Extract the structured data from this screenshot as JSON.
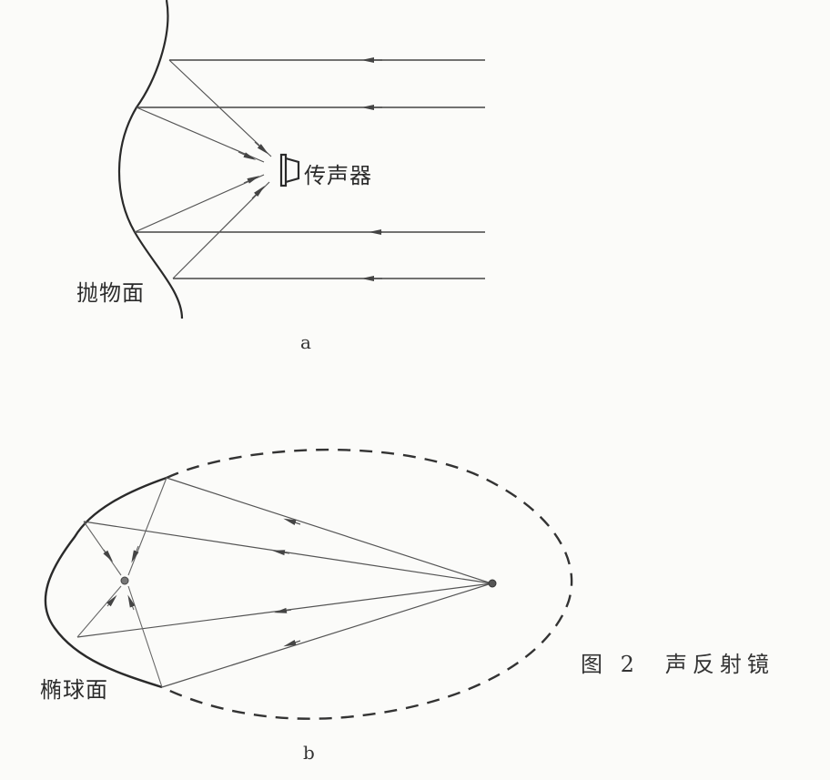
{
  "figure": {
    "number_label": "图 2",
    "title": "声反射镜",
    "panel_a": {
      "subcaption": "a",
      "surface_label": "抛物面",
      "receiver_label": "传声器",
      "description": "Parallel sound rays reflect off a parabolic surface and converge on the microphone at the focus"
    },
    "panel_b": {
      "subcaption": "b",
      "surface_label": "椭球面",
      "description": "Rays from the far focus of an ellipsoid reflect off the solid left portion and converge at the near focus"
    }
  },
  "colors": {
    "background": "#fbfbf9",
    "ink": "#2a2a2a",
    "ray": "#555555"
  }
}
